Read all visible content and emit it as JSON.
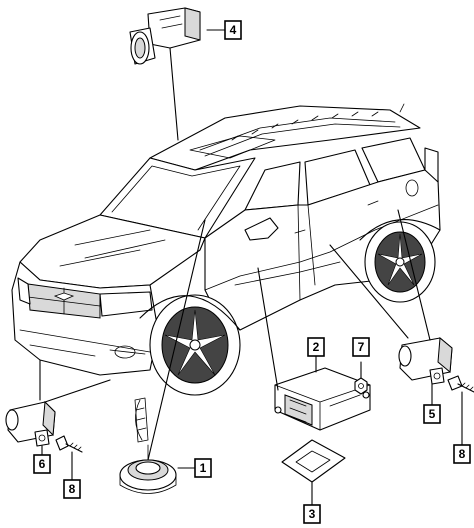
{
  "callouts": [
    {
      "id": "1",
      "label": "1"
    },
    {
      "id": "2",
      "label": "2"
    },
    {
      "id": "3",
      "label": "3"
    },
    {
      "id": "4",
      "label": "4"
    },
    {
      "id": "5",
      "label": "5"
    },
    {
      "id": "6",
      "label": "6"
    },
    {
      "id": "7",
      "label": "7"
    },
    {
      "id": "8a",
      "label": "8"
    },
    {
      "id": "8b",
      "label": "8"
    }
  ],
  "vehicle": {
    "badge_icon": "ram-grille-logo"
  },
  "colors": {
    "line": "#000000",
    "background": "#ffffff",
    "shade": "#d9d9d9"
  }
}
